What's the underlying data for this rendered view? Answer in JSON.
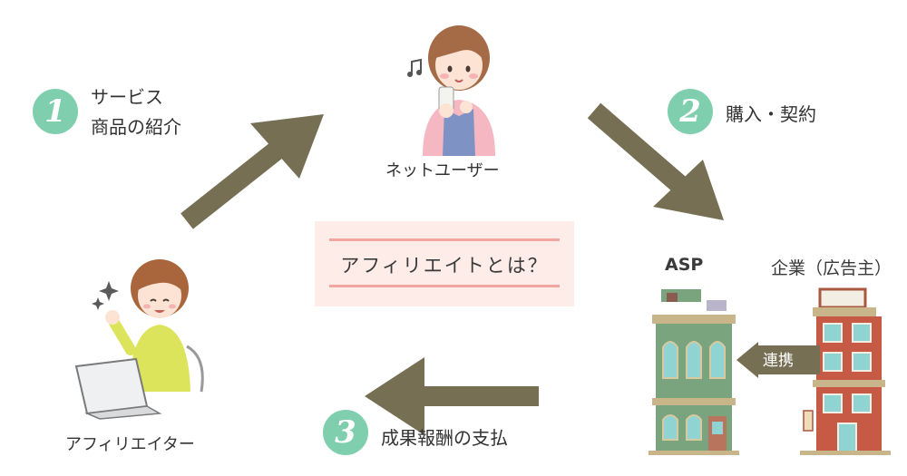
{
  "center_title": "アフィリエイトとは？",
  "nodes": {
    "net_user": "ネットユーザー",
    "affiliator": "アフィリエイター",
    "asp": "ASP",
    "company": "企業（広告主）"
  },
  "steps": [
    {
      "number": "1",
      "lines": [
        "サービス",
        "商品の紹介"
      ]
    },
    {
      "number": "2",
      "label": "購入・契約"
    },
    {
      "number": "3",
      "label": "成果報酬の支払"
    }
  ],
  "link_label": "連携",
  "colors": {
    "badge": "#7fcfae",
    "arrow": "#776f54",
    "title_bg": "#fdece7",
    "title_line": "#f3a6a0",
    "asp_building": "#7aa47e",
    "company_building": "#c65a45"
  }
}
